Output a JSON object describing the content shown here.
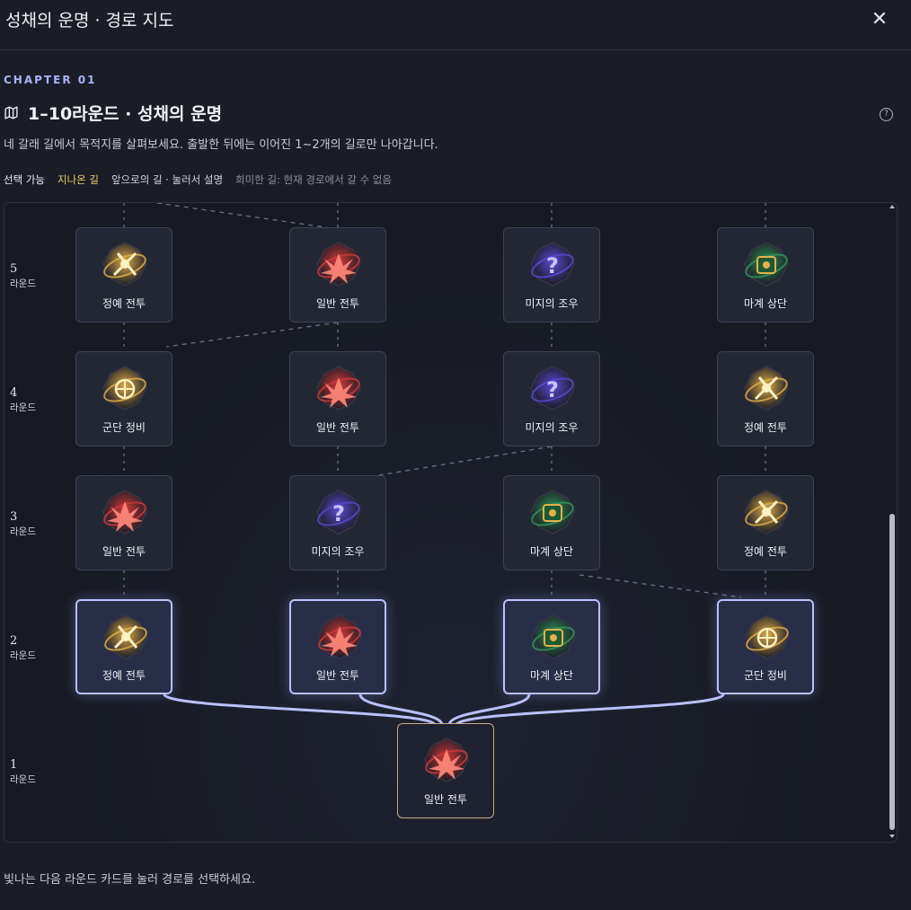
{
  "window": {
    "title": "성채의 운명 · 경로 지도",
    "close_label": "✕"
  },
  "chapter": "CHAPTER 01",
  "heading": "1–10라운드 · 성채의 운명",
  "description": "네 갈래 길에서 목적지를 살펴보세요. 출발한 뒤에는 이어진 1~2개의 길로만 나아갑니다.",
  "legend": {
    "selectable": "선택 가능",
    "passed": "지나온 길",
    "upcoming": "앞으로의 길 · 눌러서 설명",
    "faint": "희미한 길: 현재 경로에서 갈 수 없음"
  },
  "round_unit": "라운드",
  "rounds": [
    {
      "num": "5",
      "nodes": [
        {
          "type": "elite",
          "label": "정예 전투"
        },
        {
          "type": "battle",
          "label": "일반 전투"
        },
        {
          "type": "mystery",
          "label": "미지의 조우"
        },
        {
          "type": "shop",
          "label": "마계 상단"
        }
      ]
    },
    {
      "num": "4",
      "nodes": [
        {
          "type": "armory",
          "label": "군단 정비"
        },
        {
          "type": "battle",
          "label": "일반 전투"
        },
        {
          "type": "mystery",
          "label": "미지의 조우"
        },
        {
          "type": "elite",
          "label": "정예 전투"
        }
      ]
    },
    {
      "num": "3",
      "nodes": [
        {
          "type": "battle",
          "label": "일반 전투"
        },
        {
          "type": "mystery",
          "label": "미지의 조우"
        },
        {
          "type": "shop",
          "label": "마계 상단"
        },
        {
          "type": "elite",
          "label": "정예 전투"
        }
      ]
    },
    {
      "num": "2",
      "nodes": [
        {
          "type": "elite",
          "label": "정예 전투",
          "state": "selectable"
        },
        {
          "type": "battle",
          "label": "일반 전투",
          "state": "selectable"
        },
        {
          "type": "shop",
          "label": "마계 상단",
          "state": "selectable"
        },
        {
          "type": "armory",
          "label": "군단 정비",
          "state": "selectable"
        }
      ]
    },
    {
      "num": "1",
      "nodes": [
        {
          "type": "battle",
          "label": "일반 전투",
          "state": "current"
        }
      ]
    }
  ],
  "footer": "빛나는 다음 라운드 카드를 눌러 경로를 선택하세요.",
  "colors": {
    "accent": "#b9c0ff",
    "passed": "#f0cc67",
    "elite": "#e3b04a",
    "battle": "#d63a3a",
    "mystery": "#5a4ad6",
    "shop": "#2f9a5a"
  }
}
